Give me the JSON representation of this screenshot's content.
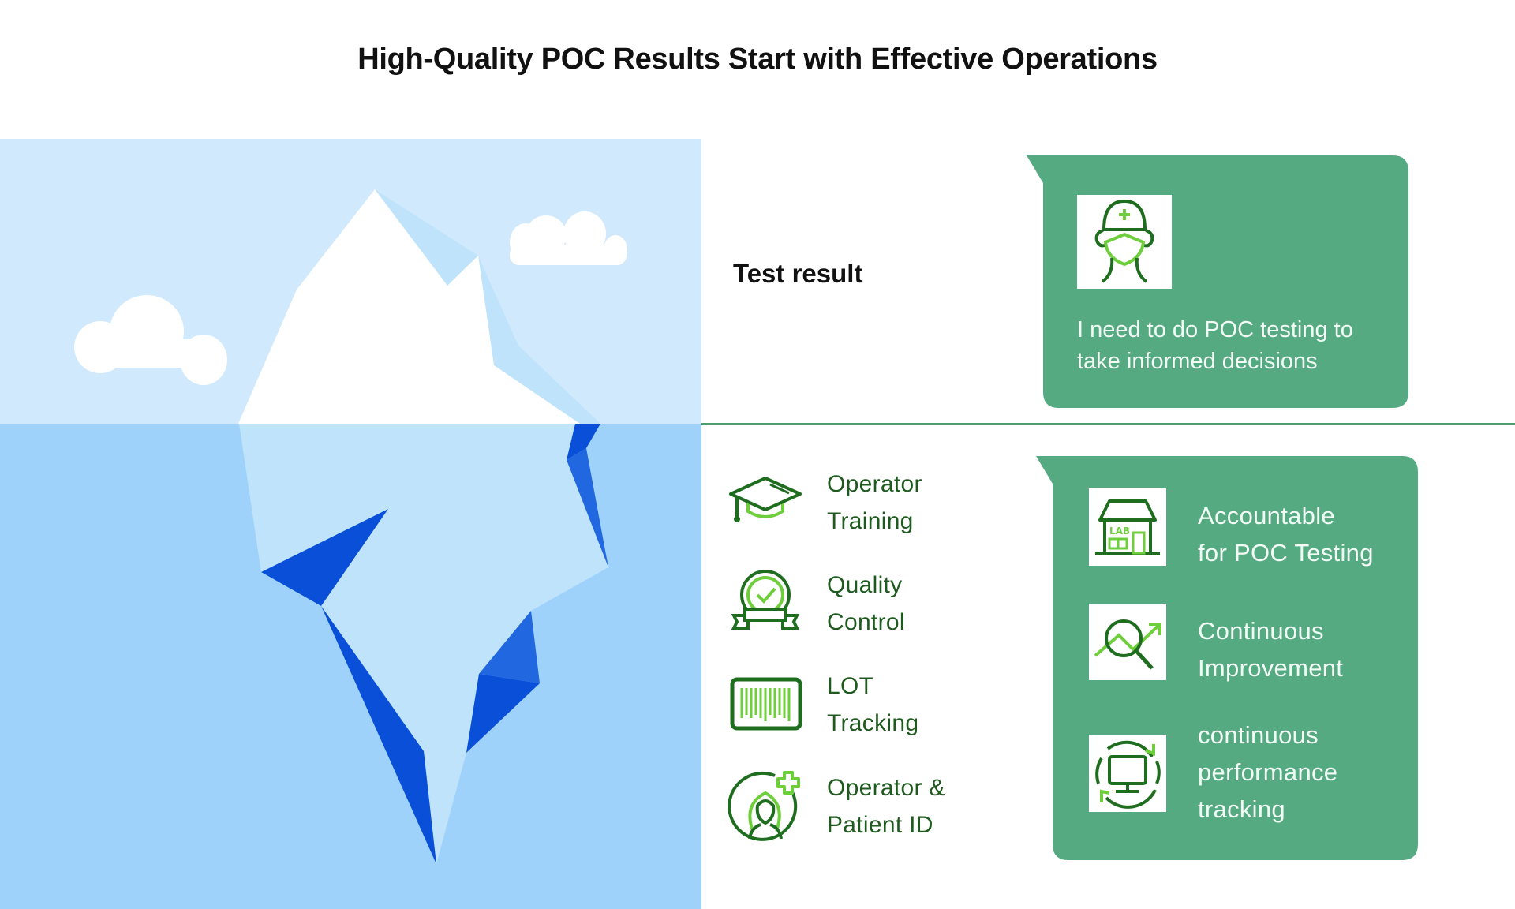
{
  "title": "High-Quality POC Results Start with Effective Operations",
  "colors": {
    "sky": "#d0e9fc",
    "water": "#9ed2fb",
    "ice_light": "#bfe3fb",
    "ice_white": "#ffffff",
    "ice_dark": "#0a4fd8",
    "ice_mid": "#2168e0",
    "bubble_green": "#55aa82",
    "divider_green": "#4e9d71",
    "icon_dark_green": "#1f6e1f",
    "icon_light_green": "#6fce3c",
    "label_green": "#1f5a1f"
  },
  "above_water": {
    "label": "Test result",
    "bubble": {
      "icon": "masked-healthcare-worker-icon",
      "text_lines": [
        "I need to do POC testing to",
        "take informed decisions"
      ]
    }
  },
  "below_water": {
    "operations": [
      {
        "icon": "graduation-cap-icon",
        "lines": [
          "Operator",
          "Training"
        ]
      },
      {
        "icon": "quality-badge-icon",
        "lines": [
          "Quality",
          "Control"
        ]
      },
      {
        "icon": "barcode-icon",
        "lines": [
          "LOT",
          "Tracking"
        ]
      },
      {
        "icon": "patient-id-icon",
        "lines": [
          "Operator &",
          "Patient ID"
        ]
      }
    ],
    "bubble": {
      "items": [
        {
          "icon": "lab-building-icon",
          "lines": [
            "Accountable",
            "for POC Testing"
          ]
        },
        {
          "icon": "magnifier-trend-icon",
          "lines": [
            "Continuous",
            "Improvement"
          ]
        },
        {
          "icon": "monitor-refresh-icon",
          "lines": [
            "continuous",
            "performance",
            "tracking"
          ]
        }
      ]
    }
  }
}
